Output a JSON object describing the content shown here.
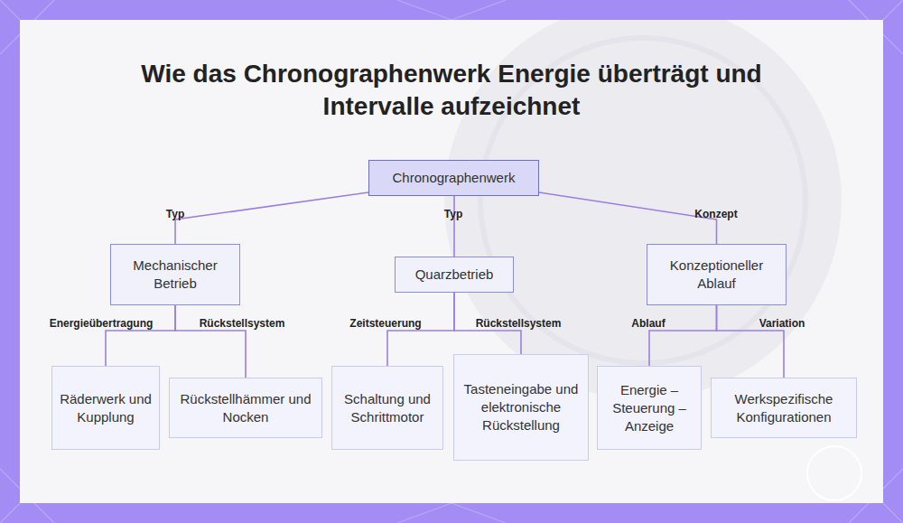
{
  "diagram": {
    "title": "Wie das Chronographenwerk Energie überträgt und Intervalle aufzeichnet",
    "nodes": [
      {
        "text": [
          "Chronographenwerk"
        ]
      },
      {
        "text": [
          "Mechanischer Betrieb"
        ]
      },
      {
        "text": [
          "Quarzbetrieb"
        ]
      },
      {
        "text": [
          "Konzeptioneller Ablauf"
        ]
      },
      {
        "text": [
          "Räderwerk und Kupplung"
        ]
      },
      {
        "text": [
          "Rückstellhämmer und Nocken"
        ]
      },
      {
        "text": [
          "Schaltung und Schrittmotor"
        ]
      },
      {
        "text": [
          "Tasteneingabe und elektronische Rückstellung"
        ]
      },
      {
        "text": [
          "Energie – Steuerung – Anzeige"
        ]
      },
      {
        "text": [
          "Werkspezifische Konfigurationen"
        ]
      }
    ],
    "edges": [
      {
        "from": 0,
        "to": 1,
        "label": "Typ",
        "arrow": "none"
      },
      {
        "from": 0,
        "to": 2,
        "label": "Typ",
        "arrow": "none"
      },
      {
        "from": 0,
        "to": 3,
        "label": "Konzept",
        "arrow": "none"
      },
      {
        "from": 1,
        "to": 4,
        "label": "Energieübertragung",
        "arrow": "none"
      },
      {
        "from": 1,
        "to": 5,
        "label": "Rückstellsystem",
        "arrow": "none"
      },
      {
        "from": 2,
        "to": 6,
        "label": "Zeitsteuerung",
        "arrow": "none"
      },
      {
        "from": 2,
        "to": 7,
        "label": "Rückstellsystem",
        "arrow": "none"
      },
      {
        "from": 3,
        "to": 8,
        "label": "Ablauf",
        "arrow": "none"
      },
      {
        "from": 3,
        "to": 9,
        "label": "Variation",
        "arrow": "none"
      }
    ]
  }
}
